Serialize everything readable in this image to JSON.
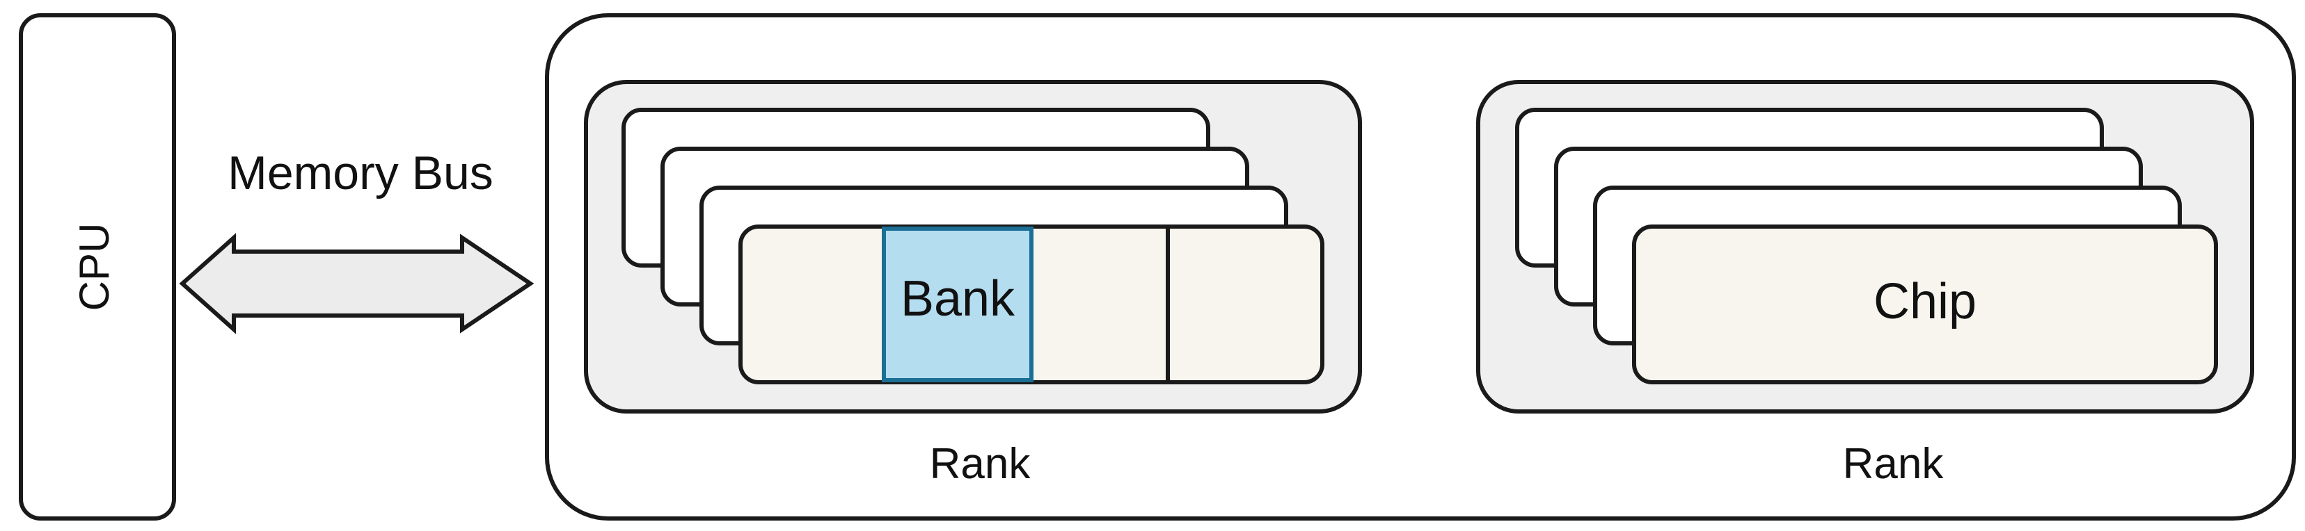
{
  "cpu": {
    "label": "CPU"
  },
  "bus": {
    "label": "Memory Bus"
  },
  "ranks": [
    {
      "label": "Rank",
      "chip_label": "",
      "bank_label": "Bank"
    },
    {
      "label": "Rank",
      "chip_label": "Chip",
      "bank_label": ""
    }
  ],
  "colors": {
    "stroke": "#1a1a1a",
    "rank_fill": "#efefef",
    "chip_fill": "#f7f5ee",
    "bank_fill": "#b4ddf0",
    "bank_stroke": "#1b6f95",
    "arrow_fill": "#ececec"
  }
}
